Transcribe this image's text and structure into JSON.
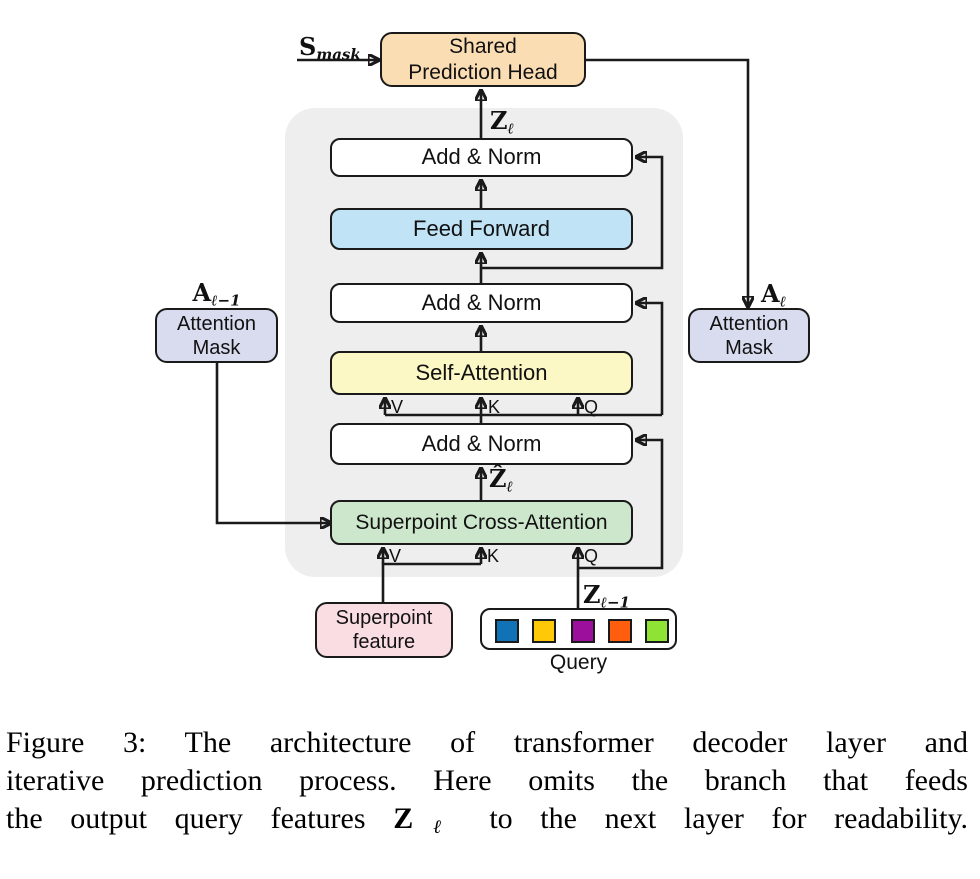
{
  "figure": {
    "prediction_head": {
      "line1": "Shared",
      "line2": "Prediction Head"
    },
    "blocks": {
      "add_norm": "Add & Norm",
      "feed_forward": "Feed Forward",
      "self_attention": "Self-Attention",
      "cross_attention": "Superpoint Cross-Attention"
    },
    "attention_mask": {
      "line1": "Attention",
      "line2": "Mask"
    },
    "superpoint_feature": {
      "line1": "Superpoint",
      "line2": "feature"
    },
    "query_label": "Query",
    "query_colors": [
      "#1272B6",
      "#FFC907",
      "#9C0F9C",
      "#FF5E0E",
      "#8FE335"
    ],
    "math": {
      "s_mask": {
        "sym": "S",
        "sub": "mask"
      },
      "z_l": {
        "sym": "Z",
        "sub": "ℓ"
      },
      "z_hat_l": {
        "sym": "Ẑ",
        "sub": "ℓ"
      },
      "z_l_minus_1": {
        "sym": "Z",
        "sub": "ℓ−1"
      },
      "a_l_minus_1": {
        "sym": "A",
        "sub": "ℓ−1"
      },
      "a_l": {
        "sym": "A",
        "sub": "ℓ"
      }
    },
    "port_labels": {
      "v": "V",
      "k": "K",
      "q": "Q"
    },
    "colors": {
      "head_fill": "#FBDDB4",
      "feed_forward_fill": "#C0E3F6",
      "self_attention_fill": "#FCF8C5",
      "cross_attention_fill": "#CDE7CC",
      "superpoint_fill": "#FADDE2",
      "mask_fill": "#D8DCEE",
      "add_norm_fill": "#FFFFFF",
      "panel_fill": "#EEEEEE",
      "wire": "#1A1A1A"
    }
  },
  "caption": {
    "line1": "Figure 3: The architecture of transformer decoder layer and",
    "line2": "iterative prediction process. Here omits the branch that feeds",
    "line3_before": "the output query features ",
    "line3_math_sym": "Z",
    "line3_math_sub": "ℓ",
    "line3_after": " to the next layer for readability."
  }
}
